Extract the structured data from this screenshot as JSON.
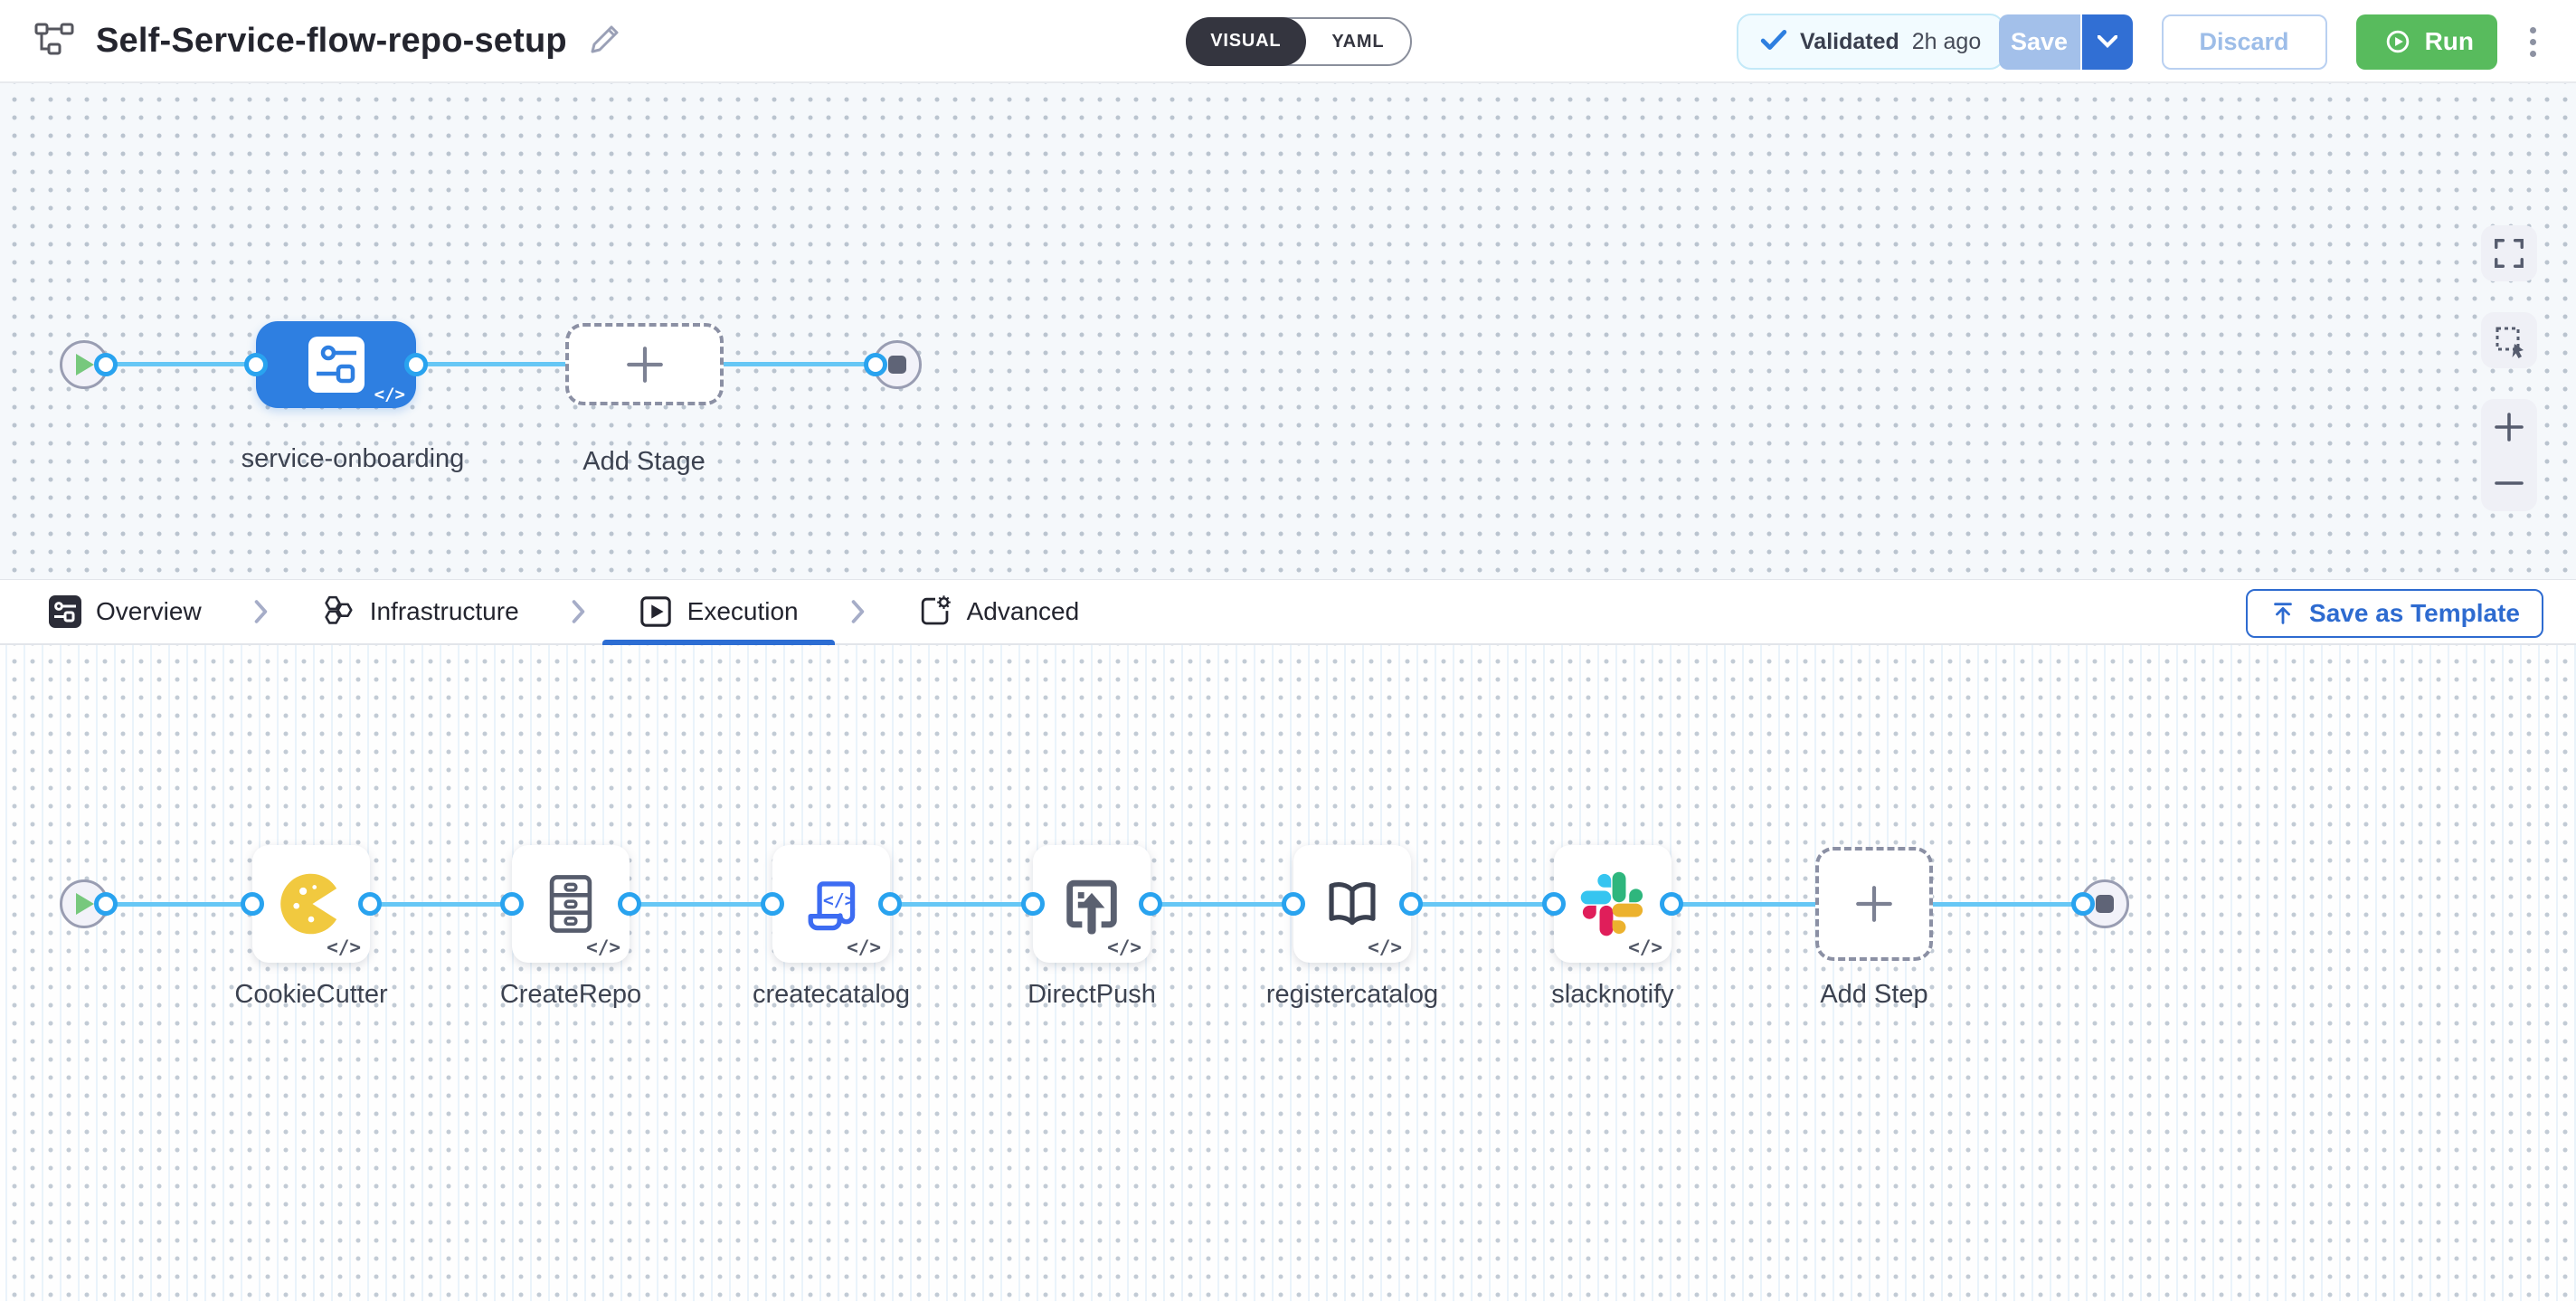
{
  "header": {
    "title": "Self-Service-flow-repo-setup",
    "mode_toggle": {
      "visual": "VISUAL",
      "yaml": "YAML"
    },
    "validation": {
      "label": "Validated",
      "time": "2h ago"
    },
    "buttons": {
      "save": "Save",
      "discard": "Discard",
      "run": "Run"
    }
  },
  "stage_canvas": {
    "stage_label": "service-onboarding",
    "add_stage": "Add Stage"
  },
  "tabs": {
    "items": [
      {
        "label": "Overview"
      },
      {
        "label": "Infrastructure"
      },
      {
        "label": "Execution",
        "active": true
      },
      {
        "label": "Advanced"
      }
    ],
    "save_as_template": "Save as Template"
  },
  "execution_canvas": {
    "steps": [
      {
        "name": "CookieCutter"
      },
      {
        "name": "CreateRepo"
      },
      {
        "name": "createcatalog"
      },
      {
        "name": "DirectPush"
      },
      {
        "name": "registercatalog"
      },
      {
        "name": "slacknotify"
      }
    ],
    "add_step": "Add Step"
  },
  "code_badge": "</>",
  "colors": {
    "accent_blue": "#2e7fe1",
    "line_blue": "#66c7f5",
    "port_blue": "#29a3ef",
    "run_green": "#58bb5d",
    "save_disabled": "#a3c0ea",
    "save_caret": "#316fd4",
    "link_blue": "#2e6bd0",
    "validated_border": "#c3e9f8"
  }
}
